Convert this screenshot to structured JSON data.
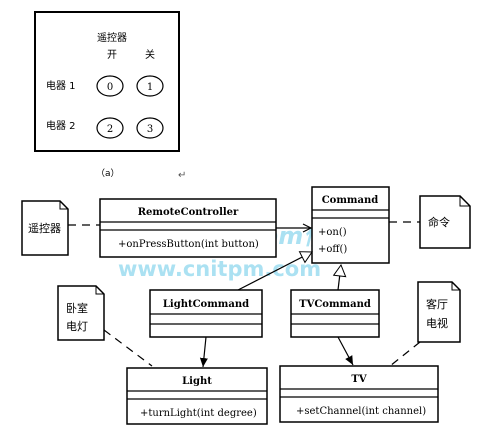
{
  "panel_a": {
    "title": "遥控器",
    "col_on": "开",
    "col_off": "关",
    "rows": [
      {
        "label": "电器 1",
        "on_button": "0",
        "off_button": "1"
      },
      {
        "label": "电器 2",
        "on_button": "2",
        "off_button": "3"
      }
    ],
    "caption": "（a）",
    "caption_mark": "↵"
  },
  "uml": {
    "remote_controller": {
      "name": "RemoteController",
      "method": "+onPressButton(int  button)"
    },
    "command": {
      "name": "Command",
      "methods": [
        "+on()",
        "+off()"
      ]
    },
    "light_command": {
      "name": "LightCommand"
    },
    "tv_command": {
      "name": "TVCommand"
    },
    "light": {
      "name": "Light",
      "method": "+turnLight(int degree)"
    },
    "tv": {
      "name": "TV",
      "method": "+setChannel(int channel)"
    }
  },
  "notes": {
    "remote": "遥控器",
    "command": "命令",
    "bedroom_light": [
      "卧室",
      "电灯"
    ],
    "living_tv": [
      "客厅",
      "电视"
    ]
  },
  "watermark": {
    "line1": "cnitpm信管网",
    "line2": "www.cnitpm.com",
    "color": "#8fd8ee"
  }
}
